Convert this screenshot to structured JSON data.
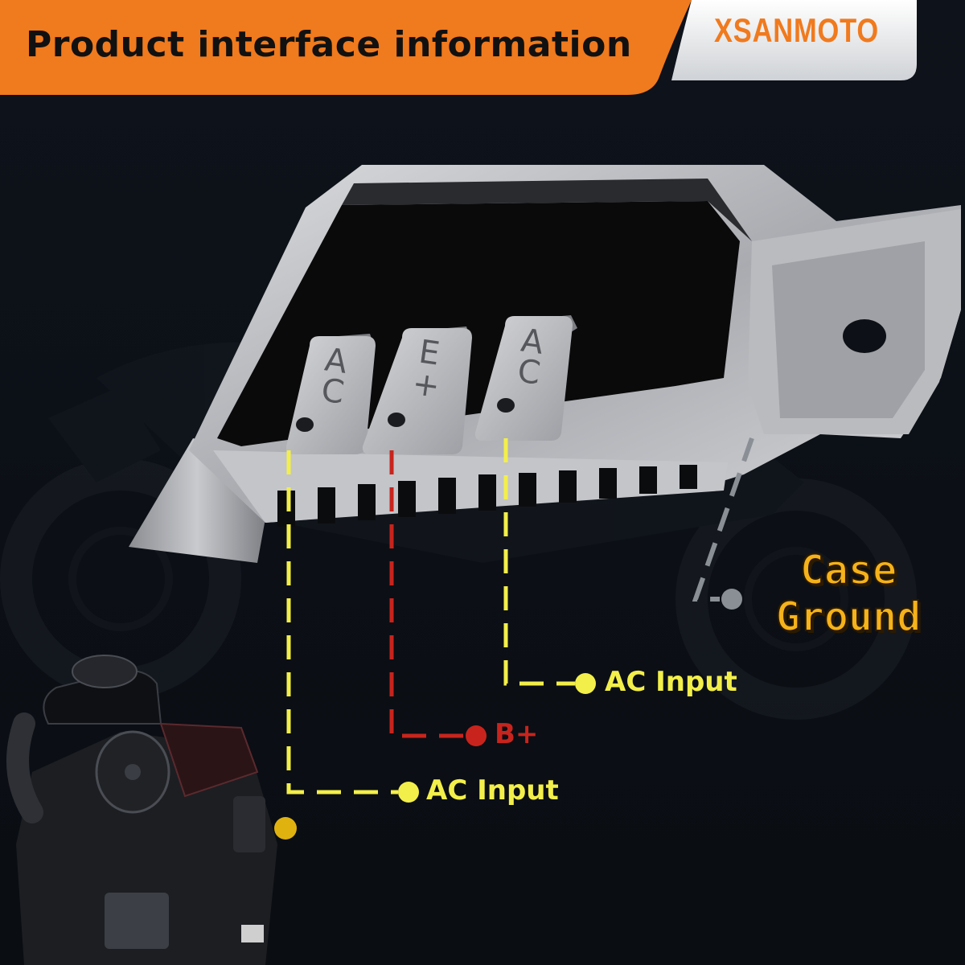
{
  "header": {
    "title": "Product interface information",
    "brand": "XSANMOTO"
  },
  "terminals": [
    {
      "marking": "AC",
      "letters": [
        "A",
        "C"
      ]
    },
    {
      "marking": "E+",
      "letters": [
        "E",
        "+"
      ]
    },
    {
      "marking": "AC",
      "letters": [
        "A",
        "C"
      ]
    }
  ],
  "labels": {
    "ac_input_upper": "AC Input",
    "b_plus": "B+",
    "ac_input_lower": "AC Input",
    "case_ground_line1": "Case",
    "case_ground_line2": "Ground"
  },
  "colors": {
    "banner": "#f07a1e",
    "ac_line": "#f3ef4a",
    "b_plus_line": "#c8241d",
    "ground_line": "#8a8f96",
    "case_ground_text": "#f5b21a"
  }
}
